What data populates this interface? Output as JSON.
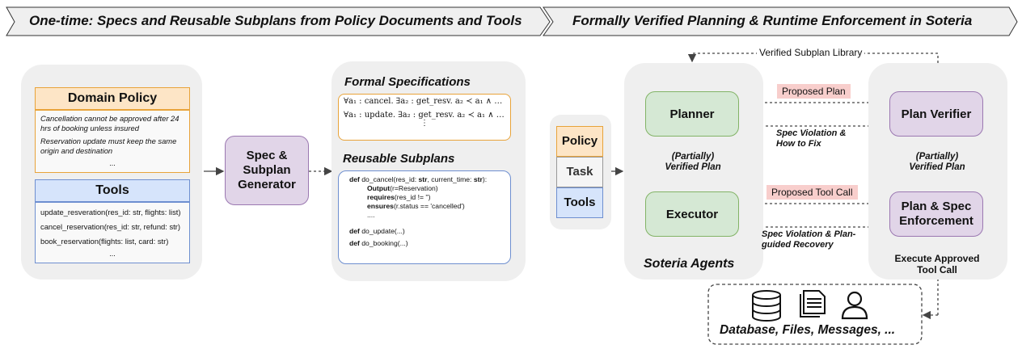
{
  "banner": {
    "left_title": "One-time: Specs and Reusable Subplans from Policy Documents and Tools",
    "right_title": "Formally Verified Planning & Runtime Enforcement in Soteria"
  },
  "domain_policy": {
    "title": "Domain Policy",
    "lines": [
      "Cancellation cannot be approved after 24 hrs of booking unless insured",
      "Reservation update must keep the same origin and destination",
      "..."
    ]
  },
  "tools": {
    "title": "Tools",
    "lines": [
      "update_resveration(res_id: str, flights: list)",
      "cancel_reservation(res_id: str, refund: str)",
      "book_reservation(flights: list, card: str)",
      "..."
    ]
  },
  "generator": {
    "label": "Spec & Subplan Generator"
  },
  "formal_specs": {
    "title": "Formal Specifications",
    "lines": [
      "∀a₁ : cancel. ∃a₂ : get_resv. a₂ ≺ a₁ ∧ …",
      "∀a₁ : update. ∃a₂ : get_resv. a₂ ≺ a₁ ∧ …",
      "⋮"
    ]
  },
  "subplans": {
    "title": "Reusable Subplans",
    "code": {
      "def": "def",
      "sig1": " do_cancel(res_id: ",
      "str1": "str",
      "sig2": ", current_time: ",
      "str2": "str",
      "sig3": "):",
      "output_kw": "Output",
      "output_rest": "(r=Reservation)",
      "requires_kw": "requires",
      "requires_rest": "(res_id != '')",
      "ensures_kw": "ensures",
      "ensures_rest": "(r.status == 'cancelled')",
      "dots": "....",
      "update_rest": " do_update(...)",
      "booking_rest": " do_booking(...)"
    }
  },
  "inputs": {
    "policy": "Policy",
    "task": "Task",
    "tools": "Tools"
  },
  "library": "Verified Subplan Library",
  "planner": "Planner",
  "plan_verifier": "Plan Verifier",
  "executor": "Executor",
  "enforcement": "Plan & Spec Enforcement",
  "proposed_plan": "Proposed Plan",
  "proposed_tool_call": "Proposed Tool Call",
  "spec_violation_fix": "Spec Violation & How to Fix",
  "spec_violation_recovery": "Spec Violation & Plan-guided Recovery",
  "partially_verified_left": "(Partially) Verified Plan",
  "partially_verified_right": "(Partially) Verified Plan",
  "soteria_agents": "Soteria Agents",
  "execute_call": "Execute Approved Tool Call",
  "environment": "Database, Files, Messages, ...",
  "colors": {
    "policy_orange": "#fde5c6",
    "tools_blue": "#d6e4fb",
    "agent_green": "#d5e8d4",
    "verifier_purple": "#e1d5e8",
    "label_pink": "#f8cecc"
  }
}
